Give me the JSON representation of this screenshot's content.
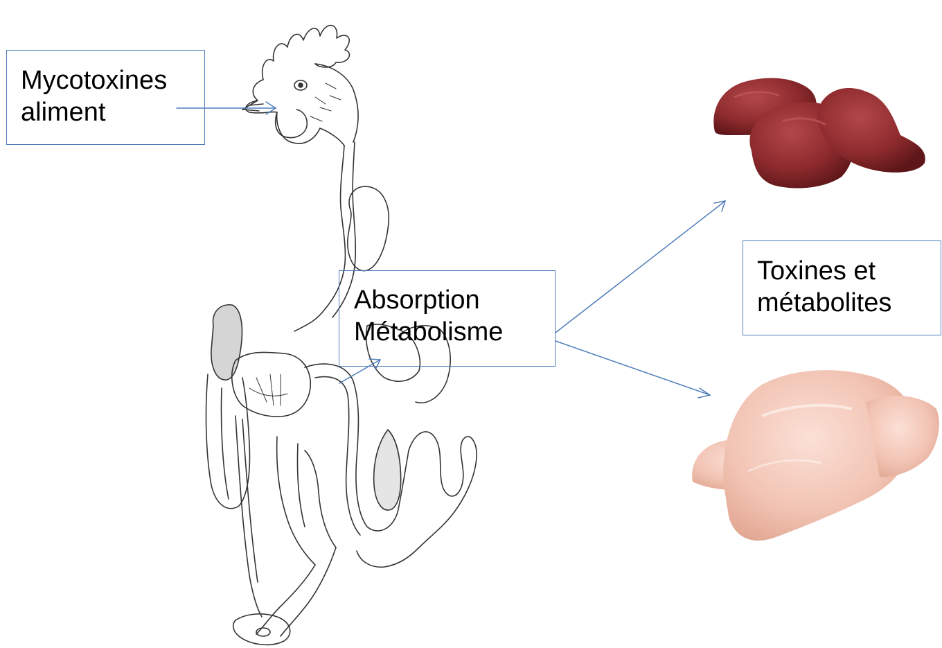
{
  "labels": {
    "input": {
      "line1": "Mycotoxines",
      "line2": "aliment"
    },
    "process": {
      "line1": "Absorption",
      "line2": "Métabolisme"
    },
    "output": {
      "line1": "Toxines et",
      "line2": "métabolites"
    }
  },
  "colors": {
    "arrow": "#4f7dba",
    "box_border": "#4f7dba",
    "liver": "#8e2b2e",
    "chicken_breast": "#f2c4b4"
  },
  "images": {
    "chicken_anatomy": "chicken-digestive-system-drawing",
    "liver": "chicken-liver-photo",
    "breast": "chicken-breast-photo"
  }
}
